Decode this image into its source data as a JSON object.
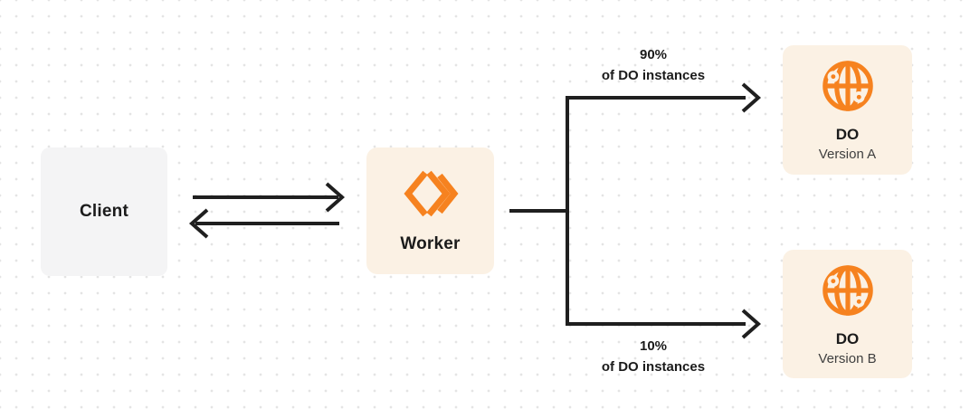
{
  "colors": {
    "background": "#ffffff",
    "dot": "#e4e4e4",
    "orange": "#f6821f",
    "cream": "#fbf1e4",
    "client_gray": "#f4f4f5",
    "line": "#1f1f1f",
    "text": "#1b1b1b",
    "subtext": "#3f3f3f"
  },
  "nodes": {
    "client": {
      "label": "Client"
    },
    "worker": {
      "label": "Worker",
      "icon": "workers-chevrons-icon"
    },
    "do_version_a": {
      "title": "DO",
      "subtitle": "Version A",
      "icon": "globe-icon"
    },
    "do_version_b": {
      "title": "DO",
      "subtitle": "Version B",
      "icon": "globe-icon"
    }
  },
  "branches": {
    "top": {
      "percent": "90%",
      "caption": "of DO instances"
    },
    "bottom": {
      "percent": "10%",
      "caption": "of DO instances"
    }
  }
}
